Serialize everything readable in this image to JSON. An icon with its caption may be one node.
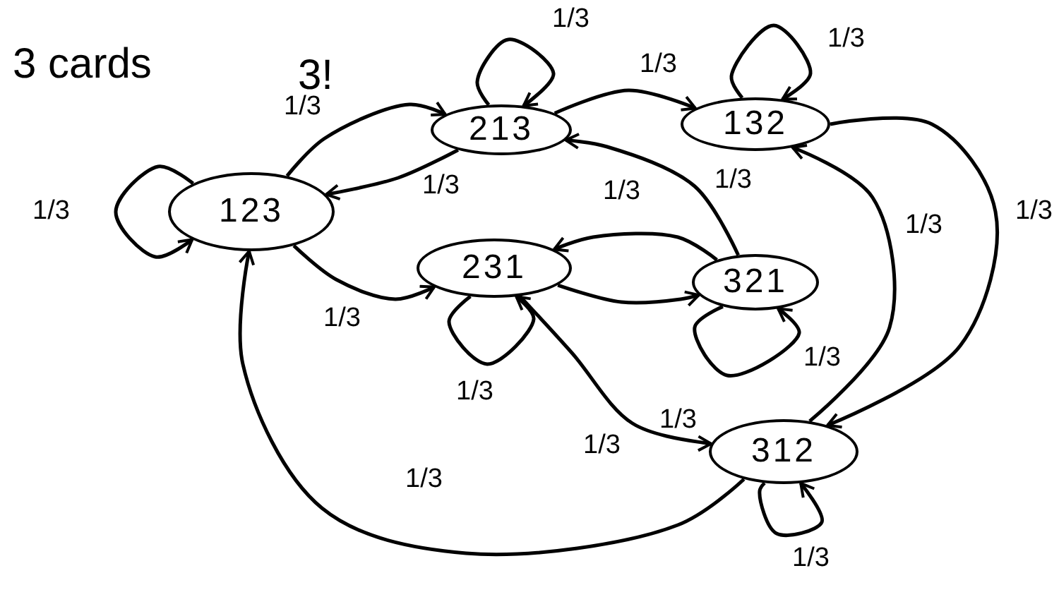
{
  "diagram": {
    "nodes": [
      {
        "text": [
          "123"
        ]
      },
      {
        "text": [
          "213"
        ]
      },
      {
        "text": [
          "132"
        ]
      },
      {
        "text": [
          "231"
        ]
      },
      {
        "text": [
          "321"
        ]
      },
      {
        "text": [
          "312"
        ]
      }
    ],
    "edges": [
      {
        "from": 0,
        "to": 0,
        "arrow": "to",
        "label": "1/3"
      },
      {
        "from": 0,
        "to": 1,
        "arrow": "to",
        "label": "1/3"
      },
      {
        "from": 1,
        "to": 0,
        "arrow": "to",
        "label": "1/3"
      },
      {
        "from": 0,
        "to": 3,
        "arrow": "to",
        "label": "1/3"
      },
      {
        "from": 5,
        "to": 0,
        "arrow": "to",
        "label": "1/3"
      },
      {
        "from": 1,
        "to": 1,
        "arrow": "to",
        "label": "1/3"
      },
      {
        "from": 1,
        "to": 2,
        "arrow": "to",
        "label": "1/3"
      },
      {
        "from": 4,
        "to": 1,
        "arrow": "to",
        "label": "1/3"
      },
      {
        "from": 2,
        "to": 2,
        "arrow": "to",
        "label": "1/3"
      },
      {
        "from": 2,
        "to": 5,
        "arrow": "to",
        "label": "1/3"
      },
      {
        "from": 5,
        "to": 2,
        "arrow": "to",
        "label": "1/3"
      },
      {
        "from": 3,
        "to": 3,
        "arrow": "to",
        "label": "1/3"
      },
      {
        "from": 3,
        "to": 4,
        "arrow": "to"
      },
      {
        "from": 4,
        "to": 3,
        "arrow": "to",
        "label": "1/3"
      },
      {
        "from": 4,
        "to": 4,
        "arrow": "to",
        "label": "1/3"
      },
      {
        "from": 3,
        "to": 5,
        "arrow": "to",
        "label": "1/3"
      },
      {
        "from": 5,
        "to": 5,
        "arrow": "to",
        "label": "1/3"
      }
    ],
    "labels": [
      "3 cards",
      "3!",
      "1/3"
    ]
  }
}
